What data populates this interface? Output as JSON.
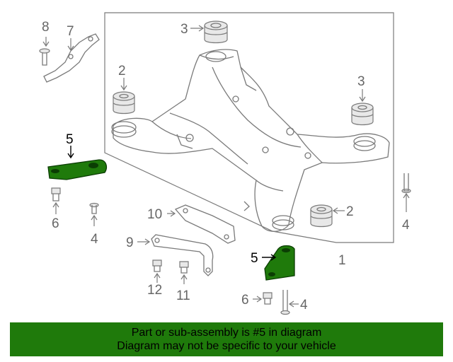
{
  "callouts": {
    "c1": "1",
    "c2_left": "2",
    "c2_right": "2",
    "c3_top": "3",
    "c3_right": "3",
    "c4_left": "4",
    "c4_right": "4",
    "c4_bottom": "4",
    "c5_left": "5",
    "c5_right": "5",
    "c6_left": "6",
    "c6_bottom": "6",
    "c7": "7",
    "c8": "8",
    "c9": "9",
    "c10": "10",
    "c11": "11",
    "c12": "12"
  },
  "highlight_color": "#1f7a0b",
  "banner": {
    "line1": "Part or sub-assembly is #5 in diagram",
    "line2": "Diagram may not be specific to your vehicle"
  }
}
